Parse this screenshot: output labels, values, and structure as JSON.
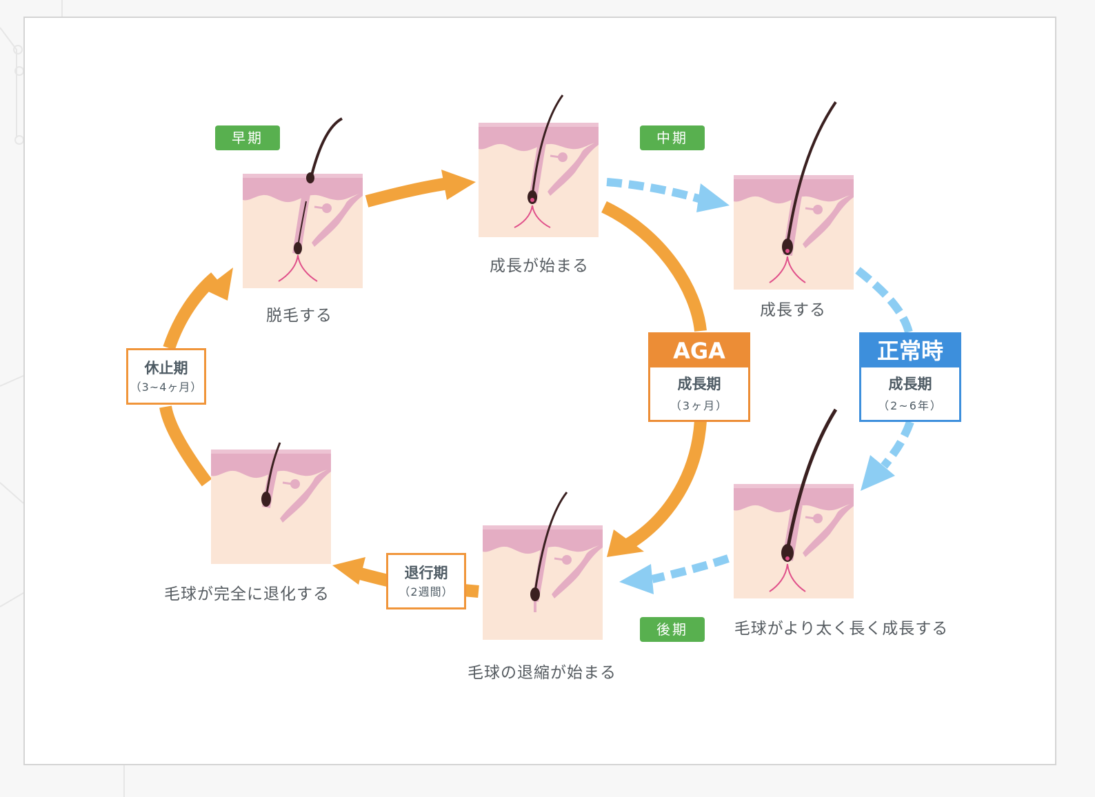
{
  "diagram": {
    "stages": [
      {
        "id": "shedding",
        "caption": "脱毛する"
      },
      {
        "id": "growth-start",
        "caption": "成長が始まる"
      },
      {
        "id": "growing",
        "caption": "成長する"
      },
      {
        "id": "growing-thicker",
        "caption": "毛球がより太く長く成長する"
      },
      {
        "id": "regression-start",
        "caption": "毛球の退縮が始まる"
      },
      {
        "id": "regressed",
        "caption": "毛球が完全に退化する"
      }
    ],
    "phase_badges": {
      "early": "早期",
      "middle": "中期",
      "late": "後期"
    },
    "cycle_labels": {
      "telogen": {
        "title": "休止期",
        "duration": "（3~4ヶ月）"
      },
      "catagen": {
        "title": "退行期",
        "duration": "（2週間）"
      }
    },
    "comparison": {
      "aga": {
        "header": "AGA",
        "title": "成長期",
        "duration": "（3ヶ月）"
      },
      "normal": {
        "header": "正常時",
        "title": "成長期",
        "duration": "（2~6年）"
      }
    },
    "colors": {
      "orange_arrow": "#f2a33c",
      "aga_orange": "#ec8d36",
      "normal_blue": "#3d8fdc",
      "dashed_blue": "#8ccdf3",
      "phase_green": "#58b04f",
      "skin_light": "#fbe5d6",
      "skin_pink": "#e4adc3",
      "hair_dark": "#3a2020"
    }
  }
}
